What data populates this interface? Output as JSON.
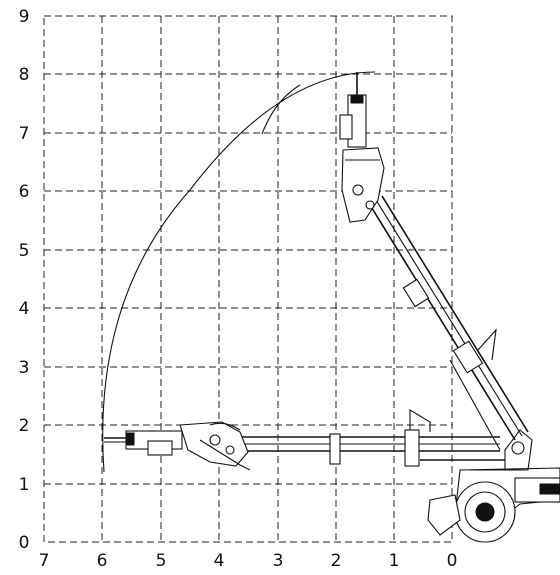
{
  "diagram": {
    "x_ticks": [
      "7",
      "6",
      "5",
      "4",
      "3",
      "2",
      "1",
      "0"
    ],
    "y_ticks": [
      "9",
      "8",
      "7",
      "6",
      "5",
      "4",
      "3",
      "2",
      "1",
      "0"
    ]
  }
}
